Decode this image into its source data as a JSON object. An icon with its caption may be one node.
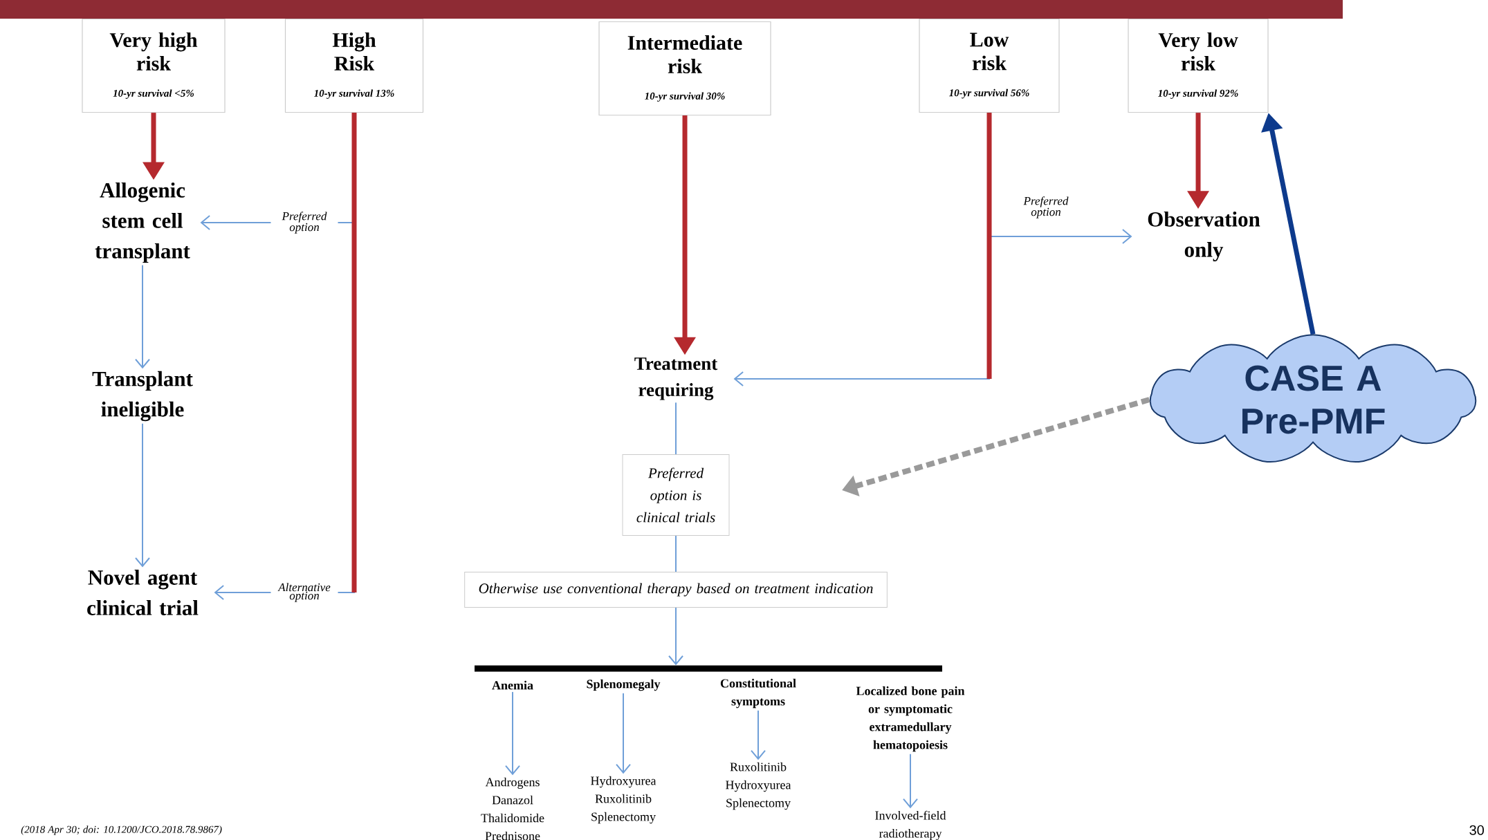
{
  "diagram": {
    "nodes": [
      {
        "text": [
          "Very high risk",
          "10-yr survival <5%"
        ]
      },
      {
        "text": [
          "High Risk",
          "10-yr survival 13%"
        ]
      },
      {
        "text": [
          "Intermediate risk",
          "10-yr survival 30%"
        ]
      },
      {
        "text": [
          "Low risk",
          "10-yr survival 56%"
        ]
      },
      {
        "text": [
          "Very low risk",
          "10-yr survival 92%"
        ]
      },
      {
        "text": [
          "Allogenic stem cell transplant"
        ]
      },
      {
        "text": [
          "Transplant ineligible"
        ]
      },
      {
        "text": [
          "Novel agent clinical trial"
        ]
      },
      {
        "text": [
          "Observation only"
        ]
      },
      {
        "text": [
          "Treatment requiring"
        ]
      },
      {
        "text": [
          "Preferred option is clinical trials"
        ]
      },
      {
        "text": [
          "Otherwise use conventional therapy based on treatment indication"
        ]
      },
      {
        "text": [],
        "shape": "bar"
      },
      {
        "text": [
          "Anemia"
        ]
      },
      {
        "text": [
          "Splenomegaly"
        ]
      },
      {
        "text": [
          "Constitutional symptoms"
        ]
      },
      {
        "text": [
          "Localized bone pain or symptomatic extramedullary hematopoiesis"
        ]
      },
      {
        "text": [
          "Androgens Danazol Thalidomide Prednisone"
        ]
      },
      {
        "text": [
          "Hydroxyurea Ruxolitinib Splenectomy"
        ]
      },
      {
        "text": [
          "Ruxolitinib Hydroxyurea Splenectomy"
        ]
      },
      {
        "text": [
          "Involved-field radiotherapy"
        ]
      },
      {
        "text": [
          "CASE A Pre-PMF"
        ]
      }
    ],
    "edges": [
      {
        "from": 0,
        "to": 5,
        "arrow": "to",
        "style": "thick",
        "color": "#b5292e"
      },
      {
        "from": 1,
        "to": 5,
        "arrow": "to",
        "label": "Preferred option"
      },
      {
        "from": 1,
        "to": 7,
        "arrow": "to",
        "label": "Alternative option"
      },
      {
        "from": 5,
        "to": 6,
        "arrow": "to"
      },
      {
        "from": 6,
        "to": 7,
        "arrow": "to"
      },
      {
        "from": 2,
        "to": 9,
        "arrow": "to",
        "style": "thick",
        "color": "#b5292e"
      },
      {
        "from": 3,
        "to": 8,
        "arrow": "to",
        "label": "Preferred option"
      },
      {
        "from": 3,
        "to": 9,
        "arrow": "to"
      },
      {
        "from": 4,
        "to": 8,
        "arrow": "to",
        "style": "thick",
        "color": "#b5292e"
      },
      {
        "from": 9,
        "to": 10,
        "arrow": "none"
      },
      {
        "from": 10,
        "to": 11,
        "arrow": "none"
      },
      {
        "from": 11,
        "to": 12,
        "arrow": "to"
      },
      {
        "from": 13,
        "to": 17,
        "arrow": "to"
      },
      {
        "from": 14,
        "to": 18,
        "arrow": "to"
      },
      {
        "from": 15,
        "to": 19,
        "arrow": "to"
      },
      {
        "from": 16,
        "to": 20,
        "arrow": "to"
      },
      {
        "from": 21,
        "to": 4,
        "arrow": "to",
        "style": "thick",
        "color": "#0d3a8c"
      },
      {
        "from": 21,
        "to": null,
        "arrow": "to",
        "style": "dashed",
        "color": "#9a9a9a"
      }
    ],
    "labels": [
      "(2018 Apr 30; doi: 10.1200/JCO.2018.78.9867)",
      "30"
    ]
  }
}
